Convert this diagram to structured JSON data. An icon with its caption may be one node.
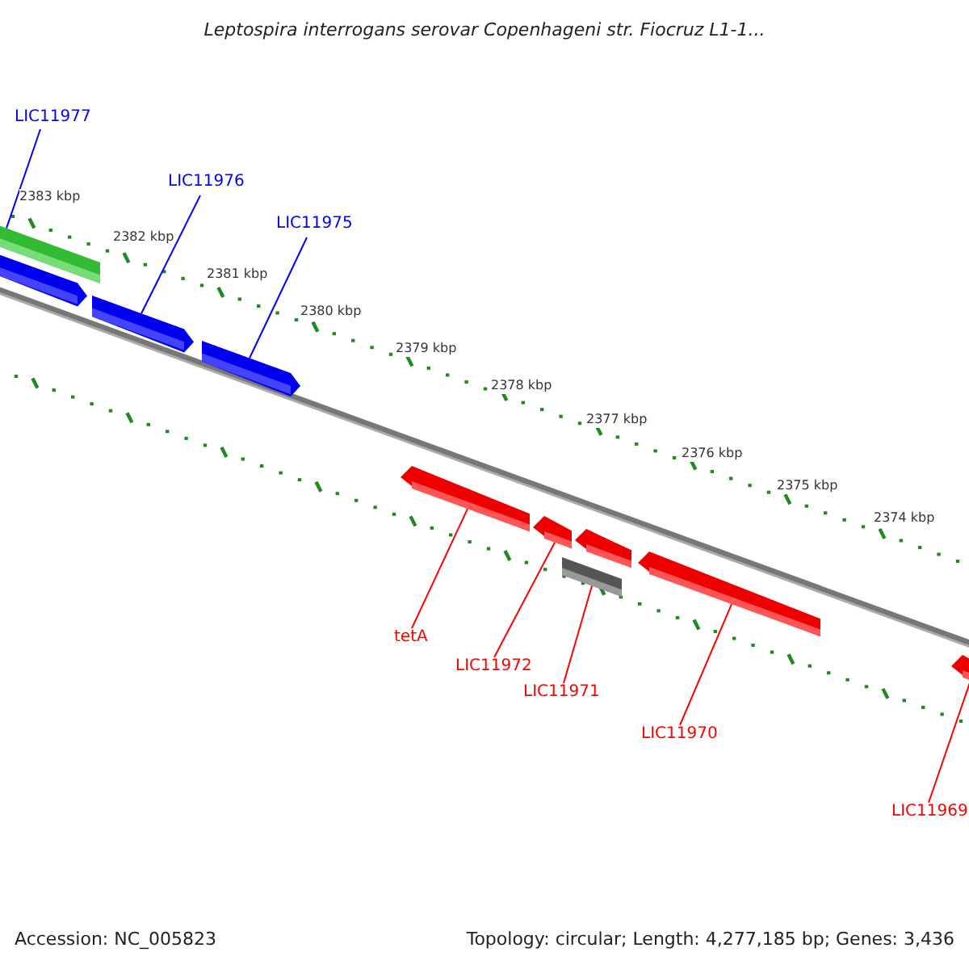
{
  "diagram": {
    "title": "Leptospira interrogans serovar Copenhageni str. Fiocruz L1-1...",
    "nodes": [
      {
        "text": [
          "LIC11977"
        ]
      },
      {
        "text": [
          "LIC11976"
        ]
      },
      {
        "text": [
          "LIC11975"
        ]
      },
      {
        "text": [
          "tetA"
        ]
      },
      {
        "text": [
          "LIC11972"
        ]
      },
      {
        "text": [
          "LIC11971"
        ]
      },
      {
        "text": [
          "LIC11970"
        ]
      },
      {
        "text": [
          "LIC11969"
        ]
      },
      {
        "text": [],
        "shape": "bar"
      },
      {
        "text": [],
        "shape": "bar"
      },
      {
        "text": [],
        "shape": "bar"
      },
      {
        "text": [],
        "shape": "bar"
      },
      {
        "text": [],
        "shape": "bar"
      },
      {
        "text": [],
        "shape": "bar"
      },
      {
        "text": [],
        "shape": "bar"
      },
      {
        "text": [],
        "shape": "box"
      },
      {
        "text": [],
        "shape": "bar"
      },
      {
        "text": [],
        "shape": "bar"
      }
    ],
    "edges": [
      {
        "from": 0,
        "to": 8,
        "arrow": "none",
        "color": "#0000ff"
      },
      {
        "from": 1,
        "to": 10,
        "arrow": "none",
        "color": "#0000ff"
      },
      {
        "from": 2,
        "to": 11,
        "arrow": "none",
        "color": "#0000ff"
      },
      {
        "from": 3,
        "to": 12,
        "arrow": "none"
      },
      {
        "from": 4,
        "to": 13,
        "arrow": "none"
      },
      {
        "from": 5,
        "to": 15,
        "arrow": "none"
      },
      {
        "from": 6,
        "to": 16,
        "arrow": "none"
      },
      {
        "from": 7,
        "to": 17,
        "arrow": "none"
      }
    ],
    "labels": [
      "2383 kbp",
      "2382 kbp",
      "2381 kbp",
      "2380 kbp",
      "2379 kbp",
      "2378 kbp",
      "2377 kbp",
      "2376 kbp",
      "2375 kbp",
      "2374 kbp",
      "Accession: NC_005823",
      "Topology: circular; Length: 4,277,185 bp; Genes: 3,436"
    ]
  }
}
